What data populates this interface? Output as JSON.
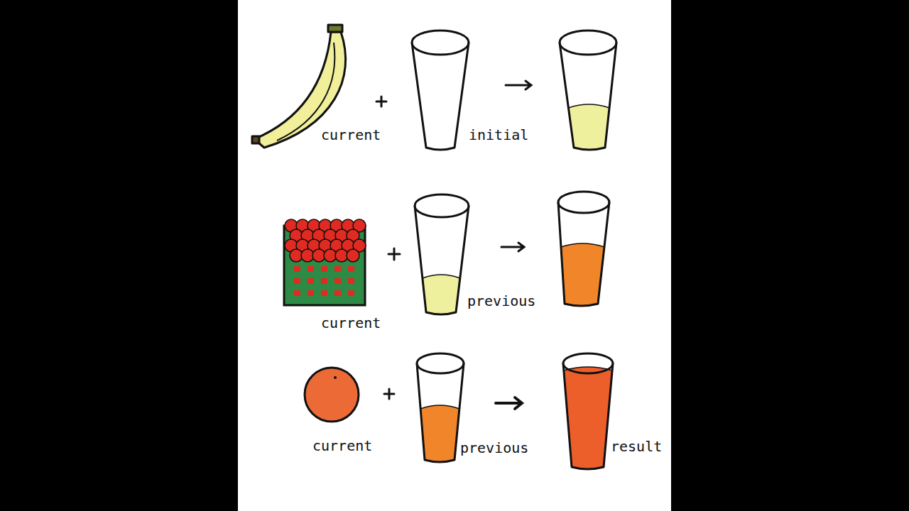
{
  "diagram": {
    "labels": [
      "current",
      "initial",
      "current",
      "previous",
      "current",
      "previous",
      "result"
    ]
  }
}
